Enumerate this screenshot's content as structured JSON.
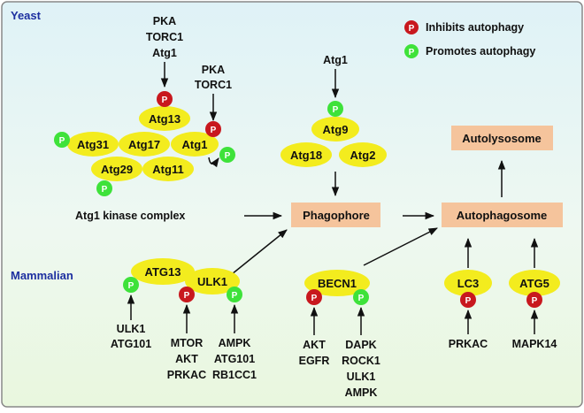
{
  "sections": {
    "yeast": "Yeast",
    "mammalian": "Mammalian"
  },
  "legend": {
    "p_symbol": "P",
    "inhibits": "Inhibits autophagy",
    "promotes": "Promotes autophagy",
    "inhibit_color": "#c8181e",
    "promote_color": "#3ee23a"
  },
  "yeast": {
    "upstream_atg13": [
      "PKA",
      "TORC1",
      "Atg1"
    ],
    "upstream_atg1": [
      "PKA",
      "TORC1"
    ],
    "complex": {
      "atg13": "Atg13",
      "atg31": "Atg31",
      "atg17": "Atg17",
      "atg1": "Atg1",
      "atg29": "Atg29",
      "atg11": "Atg11"
    },
    "complex_label": "Atg1 kinase complex",
    "atg9_upstream": "Atg1",
    "atg9_module": {
      "atg9": "Atg9",
      "atg18": "Atg18",
      "atg2": "Atg2"
    }
  },
  "pipeline": {
    "phagophore": "Phagophore",
    "autophagosome": "Autophagosome",
    "autolysosome": "Autolysosome",
    "box_color": "#f5c49c"
  },
  "mammalian": {
    "ulk1_complex": {
      "atg13": "ATG13",
      "ulk1": "ULK1"
    },
    "atg13_regulators": [
      "ULK1",
      "ATG101"
    ],
    "ulk1_inhibitors": [
      "MTOR",
      "AKT",
      "PRKAC"
    ],
    "ulk1_promoters": [
      "AMPK",
      "ATG101",
      "RB1CC1"
    ],
    "becn1": "BECN1",
    "becn1_inhibitors": [
      "AKT",
      "EGFR"
    ],
    "becn1_promoters": [
      "DAPK",
      "ROCK1",
      "ULK1",
      "AMPK"
    ],
    "lc3": "LC3",
    "lc3_inhibitor": "PRKAC",
    "atg5": "ATG5",
    "atg5_inhibitor": "MAPK14"
  },
  "node_color": "#f3ec1e"
}
